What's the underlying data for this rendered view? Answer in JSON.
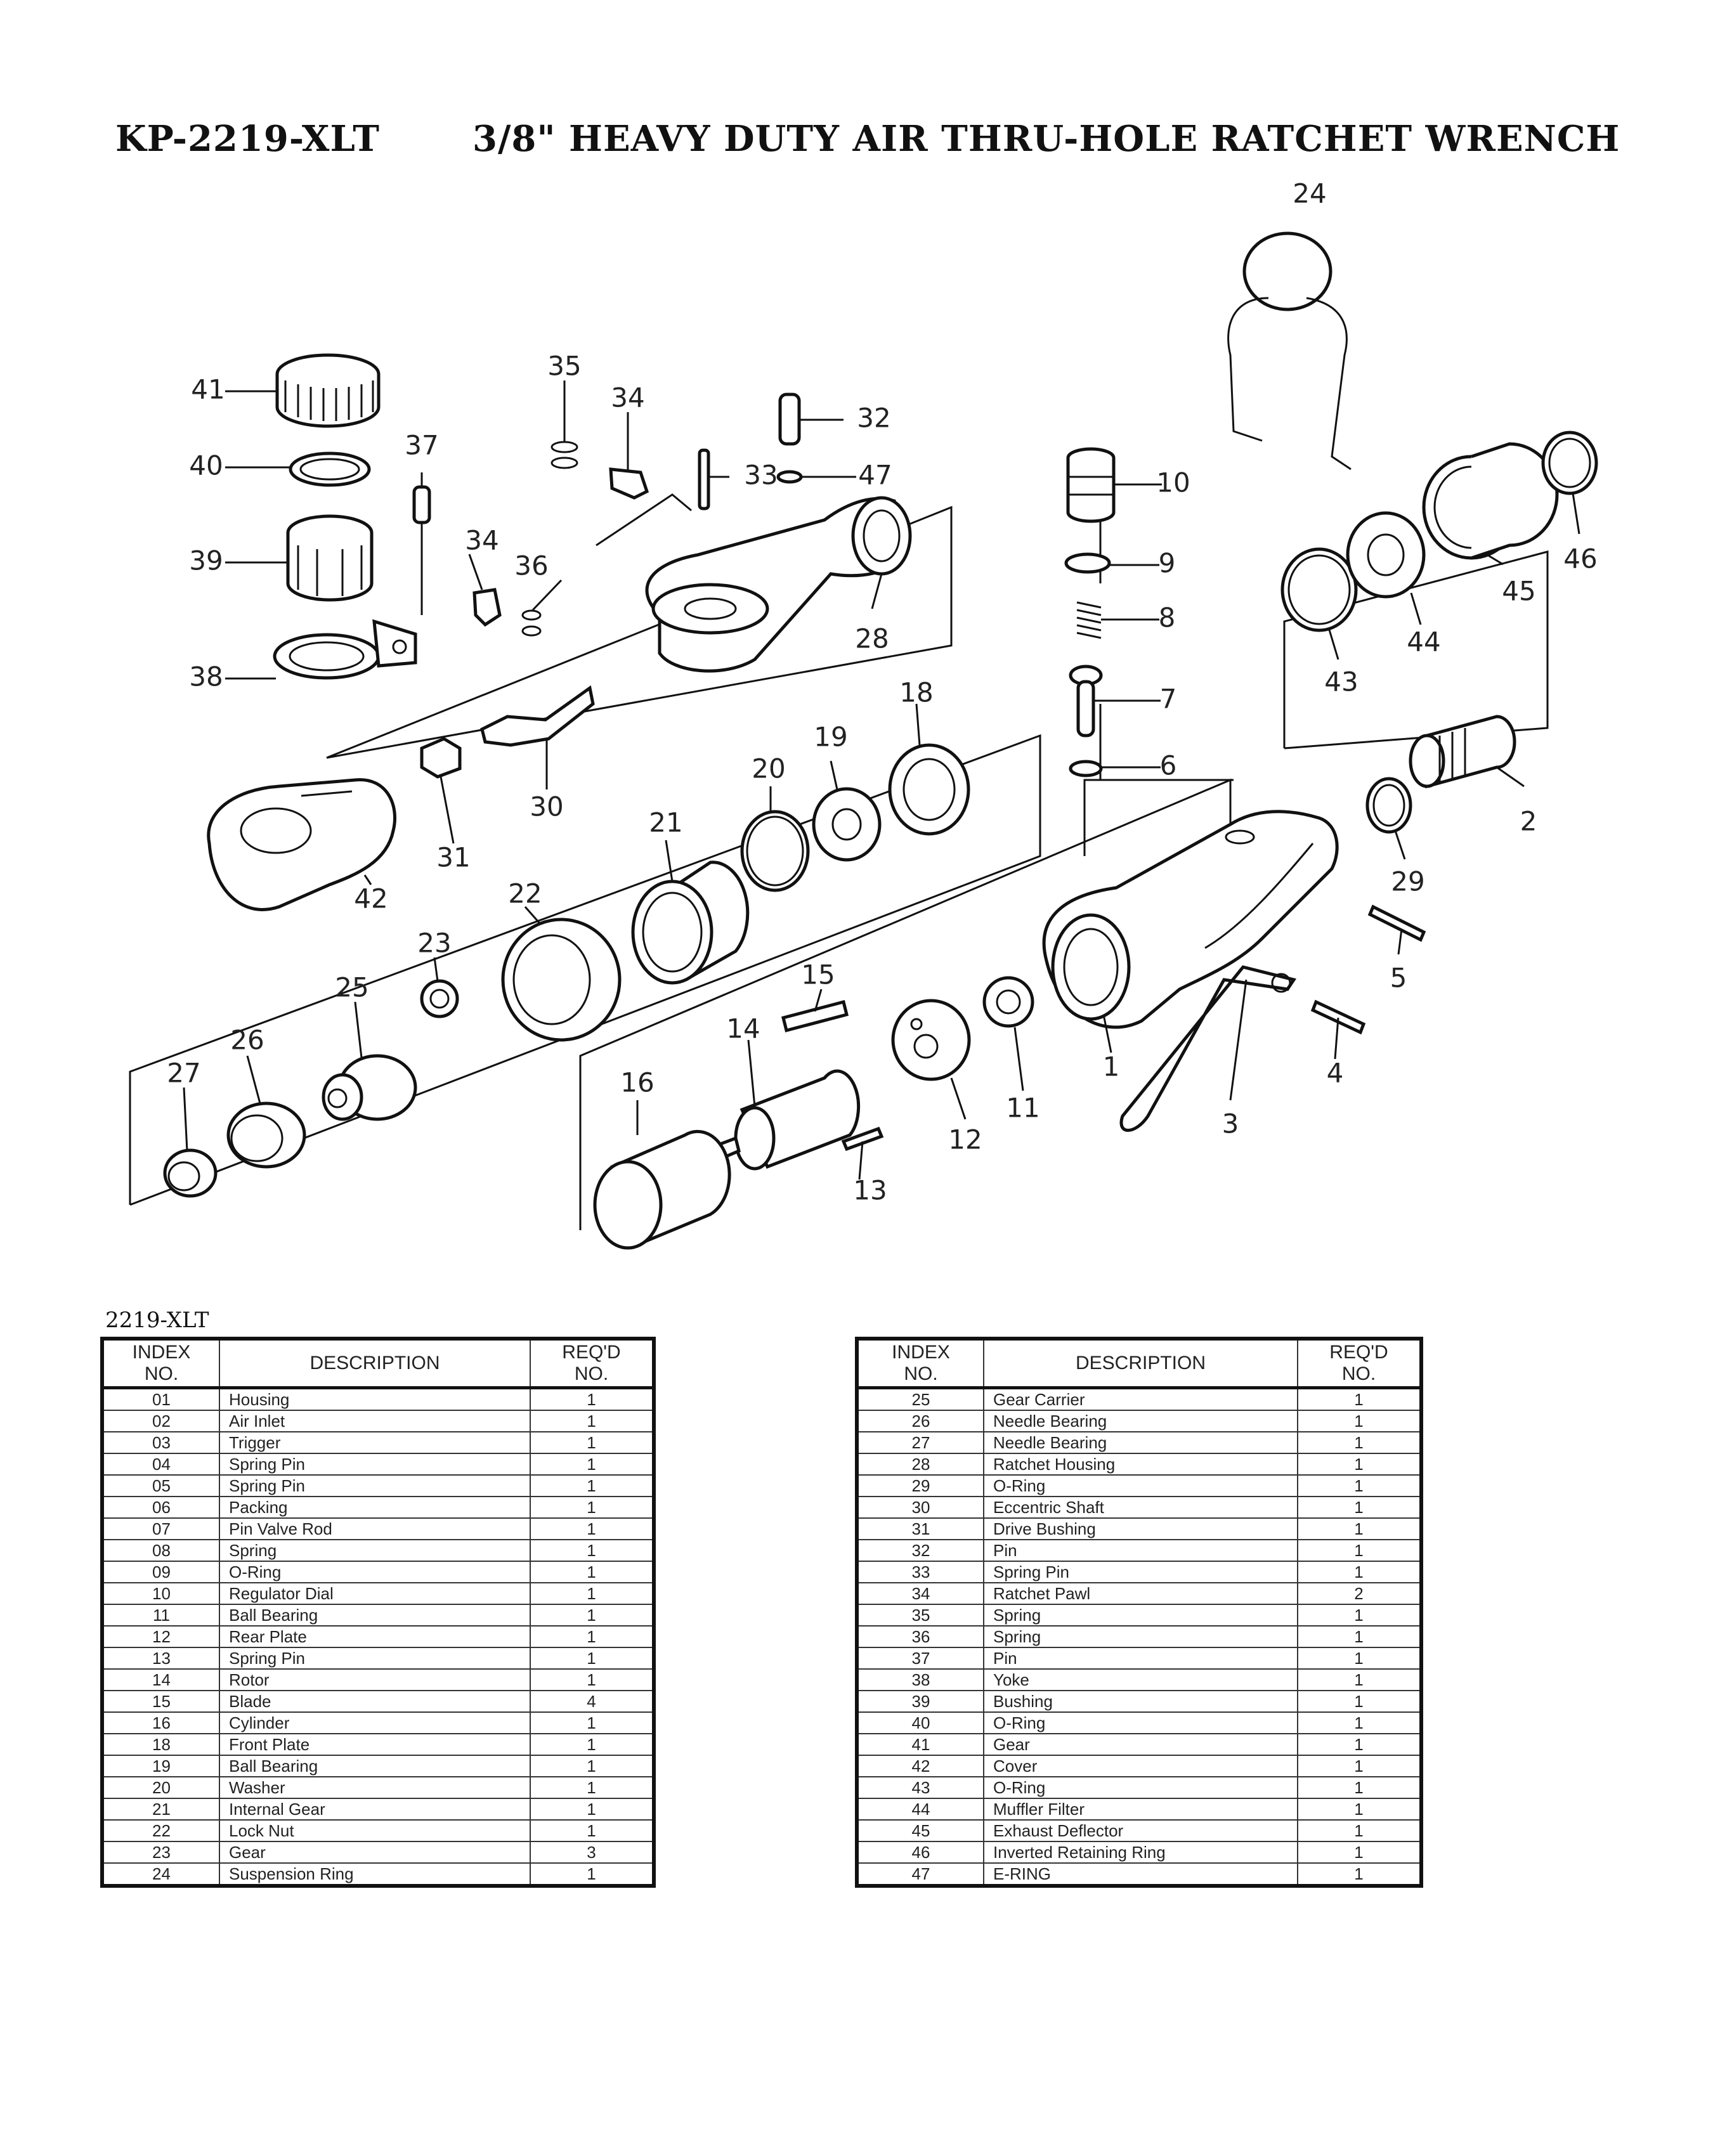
{
  "header": {
    "model": "KP-2219-XLT",
    "description": "3/8\" HEAVY DUTY AIR THRU-HOLE RATCHET WRENCH"
  },
  "diagram": {
    "labels": [
      "1",
      "2",
      "3",
      "4",
      "5",
      "6",
      "7",
      "8",
      "9",
      "10",
      "11",
      "12",
      "13",
      "14",
      "15",
      "16",
      "18",
      "19",
      "20",
      "21",
      "22",
      "23",
      "24",
      "25",
      "26",
      "27",
      "28",
      "29",
      "30",
      "31",
      "32",
      "33",
      "34",
      "34",
      "35",
      "36",
      "37",
      "38",
      "39",
      "40",
      "41",
      "42",
      "43",
      "44",
      "45",
      "46",
      "47"
    ]
  },
  "table": {
    "caption": "2219-XLT",
    "headers": {
      "index": "INDEX NO.",
      "description": "DESCRIPTION",
      "qty": "REQ'D NO."
    },
    "left": [
      {
        "index": "01",
        "description": "Housing",
        "qty": "1"
      },
      {
        "index": "02",
        "description": "Air Inlet",
        "qty": "1"
      },
      {
        "index": "03",
        "description": "Trigger",
        "qty": "1"
      },
      {
        "index": "04",
        "description": "Spring Pin",
        "qty": "1"
      },
      {
        "index": "05",
        "description": "Spring Pin",
        "qty": "1"
      },
      {
        "index": "06",
        "description": "Packing",
        "qty": "1"
      },
      {
        "index": "07",
        "description": "Pin Valve Rod",
        "qty": "1"
      },
      {
        "index": "08",
        "description": "Spring",
        "qty": "1"
      },
      {
        "index": "09",
        "description": "O-Ring",
        "qty": "1"
      },
      {
        "index": "10",
        "description": "Regulator Dial",
        "qty": "1"
      },
      {
        "index": "11",
        "description": "Ball Bearing",
        "qty": "1"
      },
      {
        "index": "12",
        "description": "Rear Plate",
        "qty": "1"
      },
      {
        "index": "13",
        "description": "Spring Pin",
        "qty": "1"
      },
      {
        "index": "14",
        "description": "Rotor",
        "qty": "1"
      },
      {
        "index": "15",
        "description": "Blade",
        "qty": "4"
      },
      {
        "index": "16",
        "description": "Cylinder",
        "qty": "1"
      },
      {
        "index": "18",
        "description": "Front Plate",
        "qty": "1"
      },
      {
        "index": "19",
        "description": "Ball Bearing",
        "qty": "1"
      },
      {
        "index": "20",
        "description": "Washer",
        "qty": "1"
      },
      {
        "index": "21",
        "description": "Internal Gear",
        "qty": "1"
      },
      {
        "index": "22",
        "description": "Lock Nut",
        "qty": "1"
      },
      {
        "index": "23",
        "description": "Gear",
        "qty": "3"
      },
      {
        "index": "24",
        "description": "Suspension Ring",
        "qty": "1"
      }
    ],
    "right": [
      {
        "index": "25",
        "description": "Gear Carrier",
        "qty": "1"
      },
      {
        "index": "26",
        "description": "Needle Bearing",
        "qty": "1"
      },
      {
        "index": "27",
        "description": "Needle Bearing",
        "qty": "1"
      },
      {
        "index": "28",
        "description": "Ratchet Housing",
        "qty": "1"
      },
      {
        "index": "29",
        "description": "O-Ring",
        "qty": "1"
      },
      {
        "index": "30",
        "description": "Eccentric Shaft",
        "qty": "1"
      },
      {
        "index": "31",
        "description": "Drive Bushing",
        "qty": "1"
      },
      {
        "index": "32",
        "description": "Pin",
        "qty": "1"
      },
      {
        "index": "33",
        "description": "Spring Pin",
        "qty": "1"
      },
      {
        "index": "34",
        "description": "Ratchet Pawl",
        "qty": "2"
      },
      {
        "index": "35",
        "description": "Spring",
        "qty": "1"
      },
      {
        "index": "36",
        "description": "Spring",
        "qty": "1"
      },
      {
        "index": "37",
        "description": "Pin",
        "qty": "1"
      },
      {
        "index": "38",
        "description": "Yoke",
        "qty": "1"
      },
      {
        "index": "39",
        "description": "Bushing",
        "qty": "1"
      },
      {
        "index": "40",
        "description": "O-Ring",
        "qty": "1"
      },
      {
        "index": "41",
        "description": "Gear",
        "qty": "1"
      },
      {
        "index": "42",
        "description": "Cover",
        "qty": "1"
      },
      {
        "index": "43",
        "description": "O-Ring",
        "qty": "1"
      },
      {
        "index": "44",
        "description": "Muffler Filter",
        "qty": "1"
      },
      {
        "index": "45",
        "description": "Exhaust Deflector",
        "qty": "1"
      },
      {
        "index": "46",
        "description": "Inverted Retaining Ring",
        "qty": "1"
      },
      {
        "index": "47",
        "description": "E-RING",
        "qty": "1"
      }
    ]
  }
}
